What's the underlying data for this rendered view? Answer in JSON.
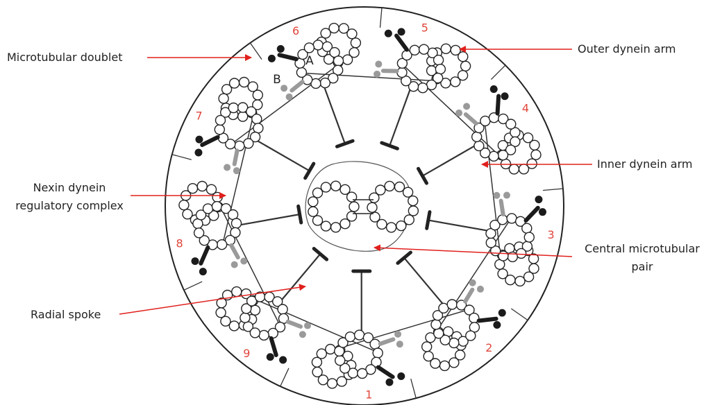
{
  "labels": {
    "microtubular_doublet": "Microtubular doublet",
    "outer_dynein_arm": "Outer dynein arm",
    "inner_dynein_arm": "Inner dynein arm",
    "nexin_line1": "Nexin dynein",
    "nexin_line2": "regulatory complex",
    "central_line1": "Central microtubular",
    "central_line2": "pair",
    "radial_spoke": "Radial spoke",
    "tubule_a": "A",
    "tubule_b": "B"
  },
  "doublet_numbers": [
    "1",
    "2",
    "3",
    "4",
    "5",
    "6",
    "7",
    "8",
    "9"
  ],
  "colors": {
    "number_red": "#e0463a",
    "arrow_red": "#e0201c",
    "outer_arm": "#1b1b1b",
    "inner_arm": "#9a9a9a",
    "outline": "#222222"
  }
}
